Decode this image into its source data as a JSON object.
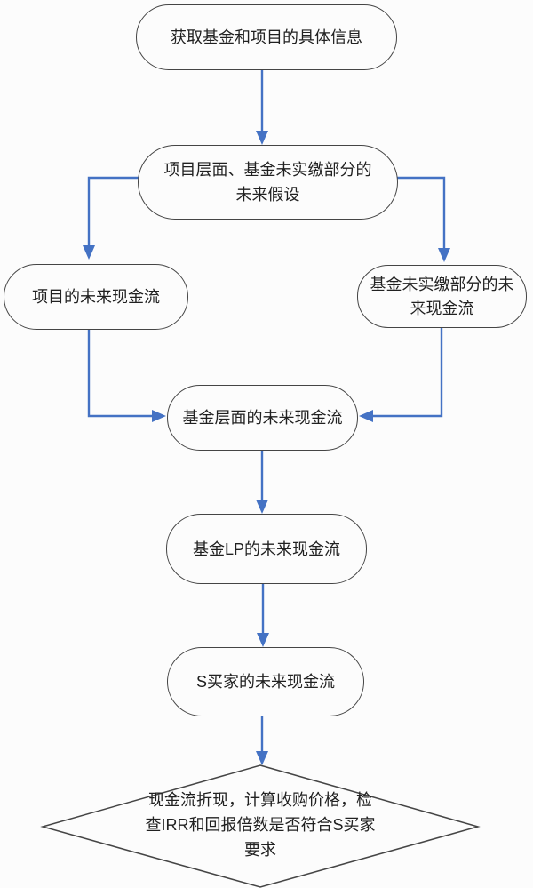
{
  "diagram": {
    "type": "flowchart",
    "language": "zh-CN",
    "colors": {
      "connector": "#4472c4",
      "node_border": "#454545",
      "text": "#212121",
      "background": "#fcfcfc"
    },
    "nodes": [
      {
        "id": "start",
        "shape": "rounded",
        "label": "获取基金和项目的具体信息"
      },
      {
        "id": "assumptions",
        "shape": "rounded",
        "label": "项目层面、基金未实缴部分的\n未来假设"
      },
      {
        "id": "project-cf",
        "shape": "rounded",
        "label": "项目的未来现金流"
      },
      {
        "id": "uncalled-cf",
        "shape": "rounded",
        "label": "基金未实缴部分的未\n来现金流"
      },
      {
        "id": "fund-cf",
        "shape": "rounded",
        "label": "基金层面的未来现金流"
      },
      {
        "id": "lp-cf",
        "shape": "rounded",
        "label": "基金LP的未来现金流"
      },
      {
        "id": "buyer-cf",
        "shape": "rounded",
        "label": "S买家的未来现金流"
      },
      {
        "id": "decision",
        "shape": "diamond",
        "label": "现金流折现，计算收购价格，检\n查IRR和回报倍数是否符合S买家\n要求"
      }
    ],
    "edges": [
      {
        "from": "start",
        "to": "assumptions"
      },
      {
        "from": "assumptions",
        "to": "project-cf"
      },
      {
        "from": "assumptions",
        "to": "uncalled-cf"
      },
      {
        "from": "project-cf",
        "to": "fund-cf"
      },
      {
        "from": "uncalled-cf",
        "to": "fund-cf"
      },
      {
        "from": "fund-cf",
        "to": "lp-cf"
      },
      {
        "from": "lp-cf",
        "to": "buyer-cf"
      },
      {
        "from": "buyer-cf",
        "to": "decision"
      }
    ]
  }
}
